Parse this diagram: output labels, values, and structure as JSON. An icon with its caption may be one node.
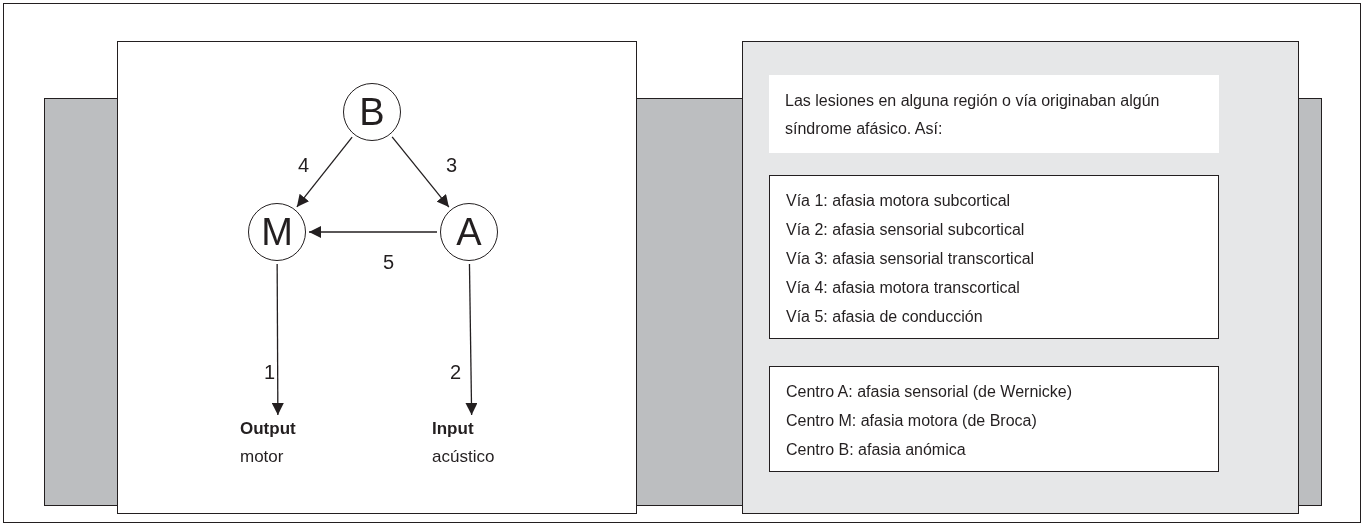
{
  "diagram": {
    "nodes": [
      {
        "text": [
          "B"
        ]
      },
      {
        "text": [
          "M"
        ]
      },
      {
        "text": [
          "A"
        ]
      },
      {
        "text": [
          "Output",
          "motor"
        ]
      },
      {
        "text": [
          "Input",
          "acústico"
        ]
      },
      {
        "text": [
          "Las lesiones en alguna región o vía originaban algún síndrome afásico. Así:"
        ]
      },
      {
        "text": [
          "Vía 1: afasia motora subcortical",
          "Vía 2: afasia sensorial subcortical",
          "Vía 3: afasia sensorial transcortical",
          "Vía 4: afasia motora transcortical",
          "Vía 5: afasia de conducción"
        ]
      },
      {
        "text": [
          "Centro A: afasia sensorial (de Wernicke)",
          "Centro M: afasia motora (de Broca)",
          "Centro B: afasia anómica"
        ]
      }
    ],
    "edges": [
      {
        "from": 0,
        "to": 1,
        "arrow": "to",
        "label": "4"
      },
      {
        "from": 0,
        "to": 2,
        "arrow": "to",
        "label": "3"
      },
      {
        "from": 2,
        "to": 1,
        "arrow": "to",
        "label": "5"
      },
      {
        "from": 1,
        "to": 3,
        "arrow": "to",
        "label": "1"
      },
      {
        "from": 2,
        "to": 4,
        "arrow": "to",
        "label": "2"
      }
    ]
  }
}
